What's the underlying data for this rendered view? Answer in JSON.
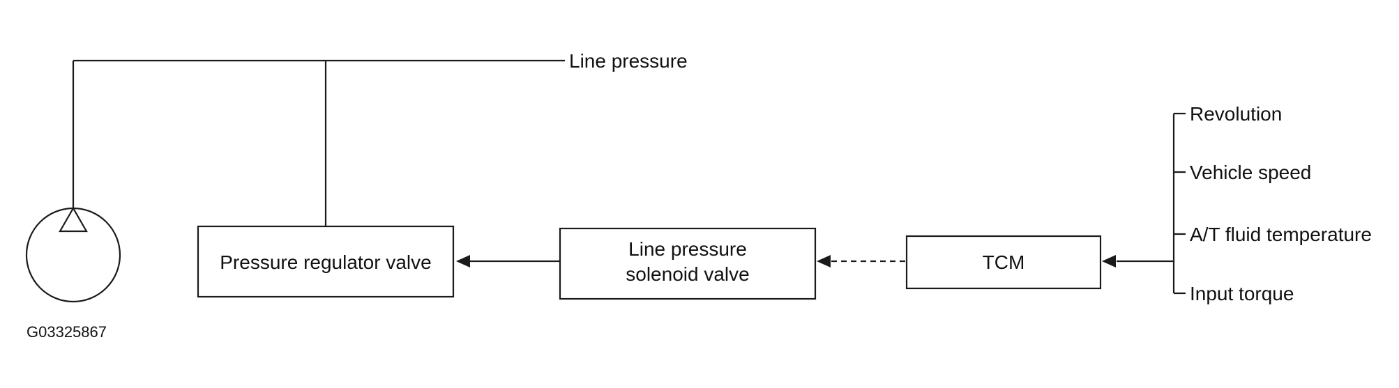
{
  "labels": {
    "line_pressure": "Line pressure",
    "pressure_regulator_valve": "Pressure regulator valve",
    "solenoid_line1": "Line pressure",
    "solenoid_line2": "solenoid valve",
    "tcm": "TCM",
    "inputs": [
      "Revolution",
      "Vehicle speed",
      "A/T fluid temperature",
      "Input torque"
    ],
    "figure_code": "G03325867"
  }
}
